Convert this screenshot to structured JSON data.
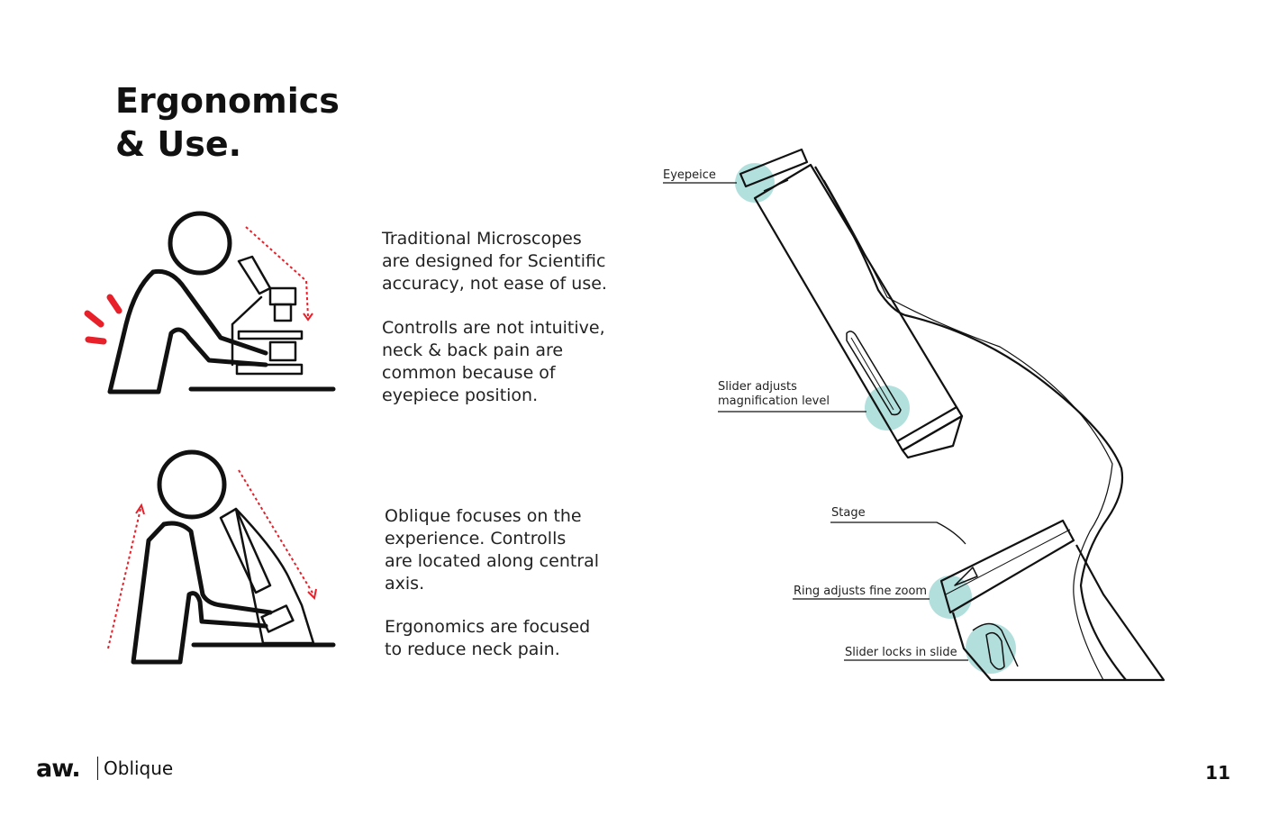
{
  "title": {
    "line1": "Ergonomics",
    "line2": "& Use."
  },
  "paragraphs": {
    "traditional": "Traditional Microscopes\nare designed for Scientific\naccuracy, not ease of use.",
    "controls": "Controlls are not intuitive,\nneck & back pain are\ncommon because of\neyepiece position.",
    "oblique": "Oblique focuses on the\nexperience. Controlls\nare located along central\naxis.",
    "ergonomics": "Ergonomics are focused\nto reduce neck pain."
  },
  "labels": {
    "eyepiece": "Eyepeice",
    "slider_mag": "Slider adjusts\nmagnification level",
    "stage": "Stage",
    "ring": "Ring adjusts fine zoom",
    "slider_lock": "Slider locks in slide"
  },
  "footer": {
    "logo": "aw.",
    "brand": "Oblique",
    "page_number": "11"
  },
  "colors": {
    "accent_red": "#e8202a",
    "highlight_teal": "#9fd8d4",
    "text": "#111111"
  }
}
